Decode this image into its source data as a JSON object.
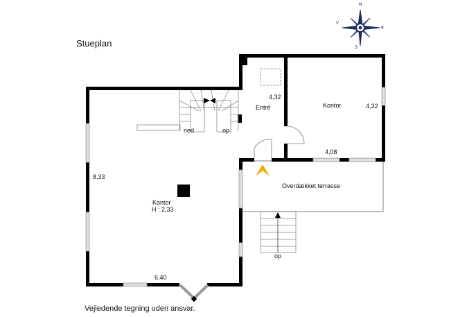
{
  "title": "Stueplan",
  "compass": {
    "n": "N",
    "s": "S",
    "e": "ø",
    "w": "V"
  },
  "rooms": {
    "entre": {
      "label": "Entré",
      "dim": "4,32"
    },
    "kontor_right": {
      "label": "Kontor",
      "dim_side": "4,32",
      "dim_bottom": "4,08"
    },
    "kontor_main": {
      "label": "Kontor",
      "height": "H : 2,33",
      "dim_side": "8,33",
      "dim_bottom": "6,40"
    },
    "terrasse": {
      "label": "Overdækket terrasse"
    }
  },
  "stairs": {
    "down": "ned",
    "up": "op",
    "terrace_up": "op"
  },
  "disclaimer": "Vejledende tegning uden ansvar.",
  "colors": {
    "wall": "#000000",
    "window": "#c8c8c8",
    "entrance_arrow": "#f2a900",
    "compass": "#1f2d5a"
  }
}
